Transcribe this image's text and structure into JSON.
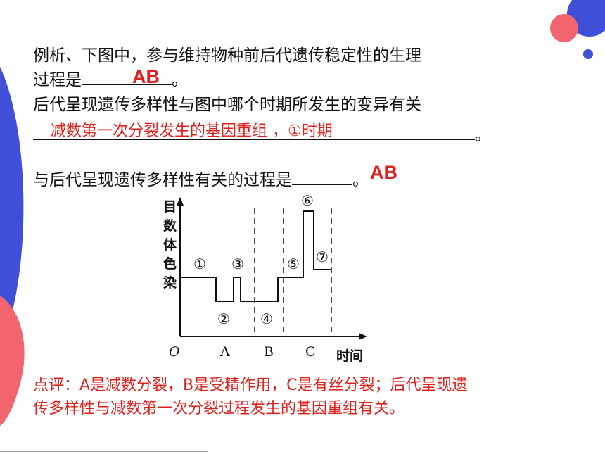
{
  "question": {
    "line1": "例析、下图中，参与维持物种前后代遗传稳定性的生理",
    "line2_prefix": "过程是",
    "line2_suffix": "。",
    "answer1": "AB",
    "line3": "后代呈现遗传多样性与图中哪个时期所发生的变异有关",
    "answer2": "减数第一次分裂发生的基因重组 ，①时期",
    "line4_suffix": "。",
    "line5_prefix": "与后代呈现遗传多样性有关的过程是",
    "line5_suffix": "。",
    "answer3": "AB"
  },
  "figure": {
    "ylabel": "染色体数目",
    "xlabel": "时间",
    "origin": "O",
    "periods": [
      "A",
      "B",
      "C"
    ],
    "stage_labels": [
      "①",
      "②",
      "③",
      "④",
      "⑤",
      "⑥",
      "⑦"
    ]
  },
  "comment": {
    "line1": "点评：A是减数分裂，B是受精作用，C是有丝分裂；后代呈现遗",
    "line2": "传多样性与减数第一次分裂过程发生的基因重组有关。"
  },
  "colors": {
    "answer_red": "#e02020",
    "deco_blue": "#3f4fd8",
    "deco_pink": "#f2646e"
  }
}
